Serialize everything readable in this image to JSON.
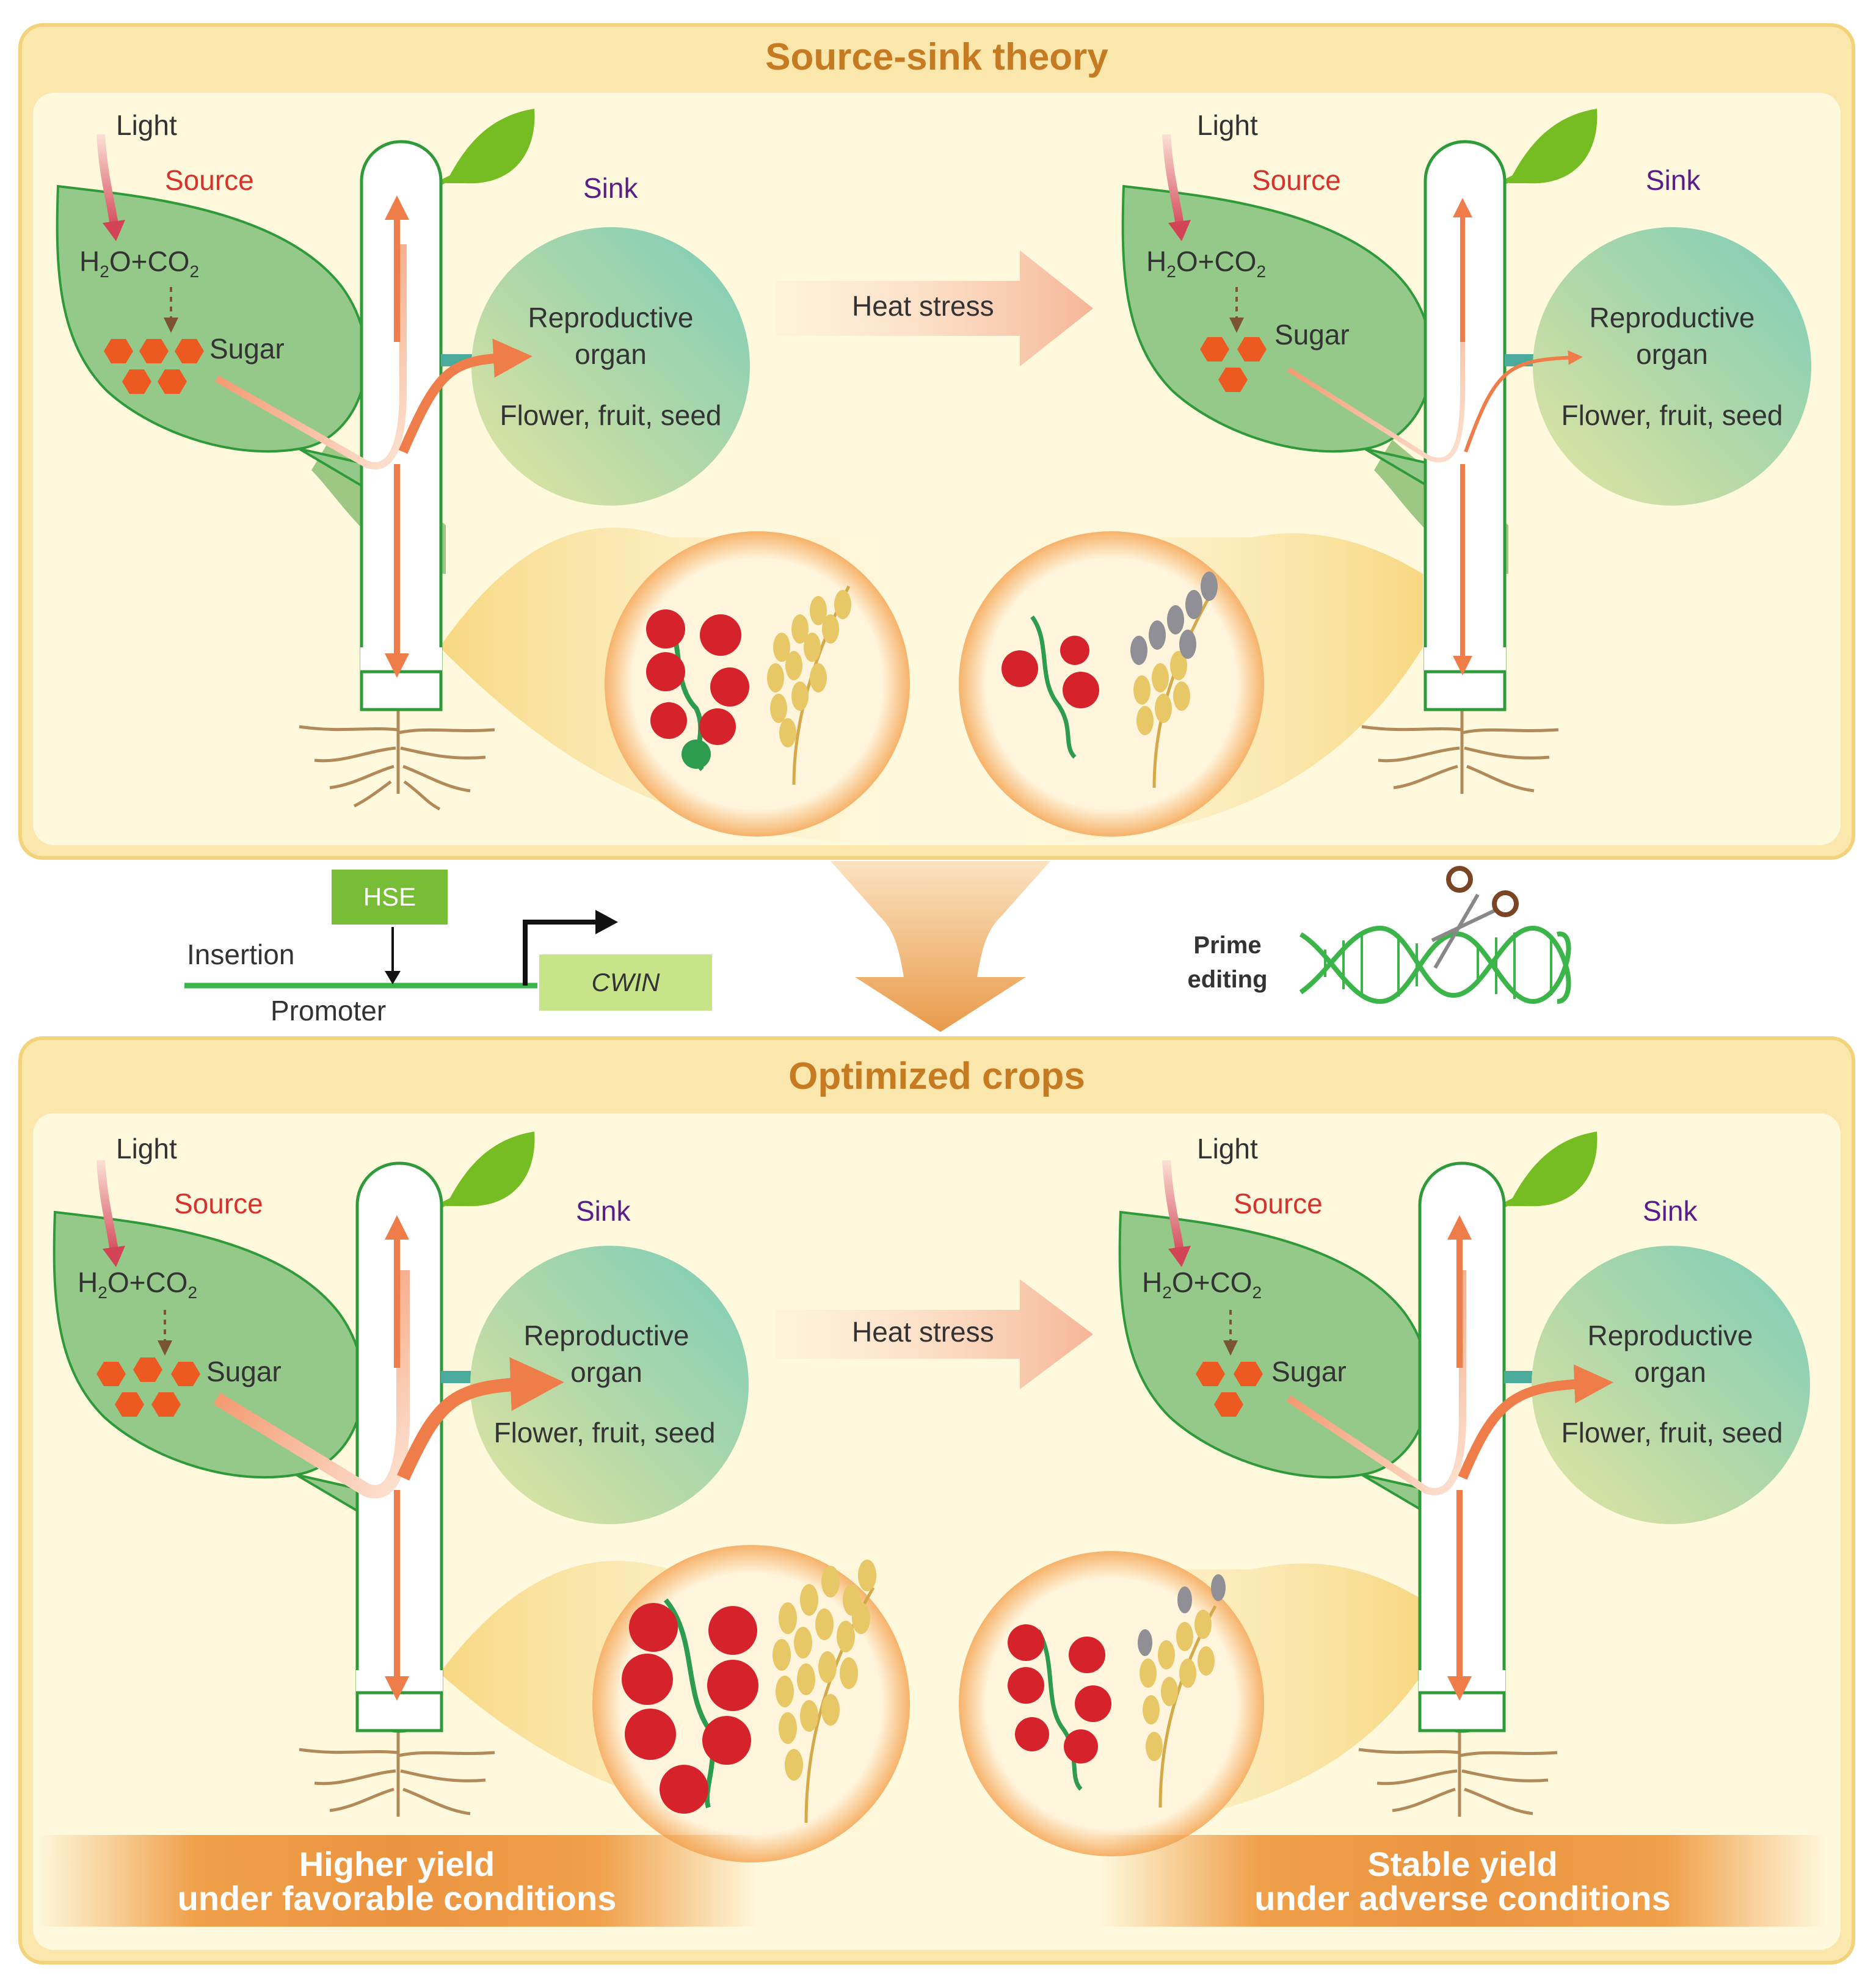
{
  "top_panel": {
    "title": "Source-sink theory",
    "left_scene": {
      "light": "Light",
      "source": "Source",
      "sink": "Sink",
      "reaction_h": "H",
      "reaction_2": "2",
      "reaction_oco": "O+CO",
      "reaction_2b": "2",
      "sugar": "Sugar",
      "organ_line1": "Reproductive",
      "organ_line2": "organ",
      "organ_examples": "Flower, fruit, seed"
    },
    "right_scene": {
      "light": "Light",
      "source": "Source",
      "sink": "Sink",
      "reaction_h": "H",
      "reaction_2": "2",
      "reaction_oco": "O+CO",
      "reaction_2b": "2",
      "sugar": "Sugar",
      "organ_line1": "Reproductive",
      "organ_line2": "organ",
      "organ_examples": "Flower, fruit, seed"
    },
    "stress_label": "Heat stress"
  },
  "middle": {
    "hse": "HSE",
    "insertion": "Insertion",
    "promoter": "Promoter",
    "gene": "CWIN",
    "prime_line1": "Prime",
    "prime_line2": "editing"
  },
  "bottom_panel": {
    "title": "Optimized crops",
    "left_scene": {
      "light": "Light",
      "source": "Source",
      "sink": "Sink",
      "reaction_h": "H",
      "reaction_2": "2",
      "reaction_oco": "O+CO",
      "reaction_2b": "2",
      "sugar": "Sugar",
      "organ_line1": "Reproductive",
      "organ_line2": "organ",
      "organ_examples": "Flower, fruit, seed"
    },
    "right_scene": {
      "light": "Light",
      "source": "Source",
      "sink": "Sink",
      "reaction_h": "H",
      "reaction_2": "2",
      "reaction_oco": "O+CO",
      "reaction_2b": "2",
      "sugar": "Sugar",
      "organ_line1": "Reproductive",
      "organ_line2": "organ",
      "organ_examples": "Flower, fruit, seed"
    },
    "stress_label": "Heat stress",
    "yield_left_line1": "Higher yield",
    "yield_left_line2": "under favorable conditions",
    "yield_right_line1": "Stable yield",
    "yield_right_line2": "under adverse conditions"
  },
  "colors": {
    "panel_border": "#f3d27c",
    "panel_bg": "#fbe7ab",
    "inner_bg": "#fef8dc",
    "title": "#c67a22",
    "leaf": "#95c98a",
    "leaf_stroke": "#2f9a3a",
    "arrow": "#ef7d4a",
    "sugar": "#ec5a22",
    "source_text": "#d6332d",
    "sink_text": "#5a1e8c",
    "tomato": "#d6222b",
    "grain": "#e8c766",
    "grain_gray": "#8f8f95"
  }
}
